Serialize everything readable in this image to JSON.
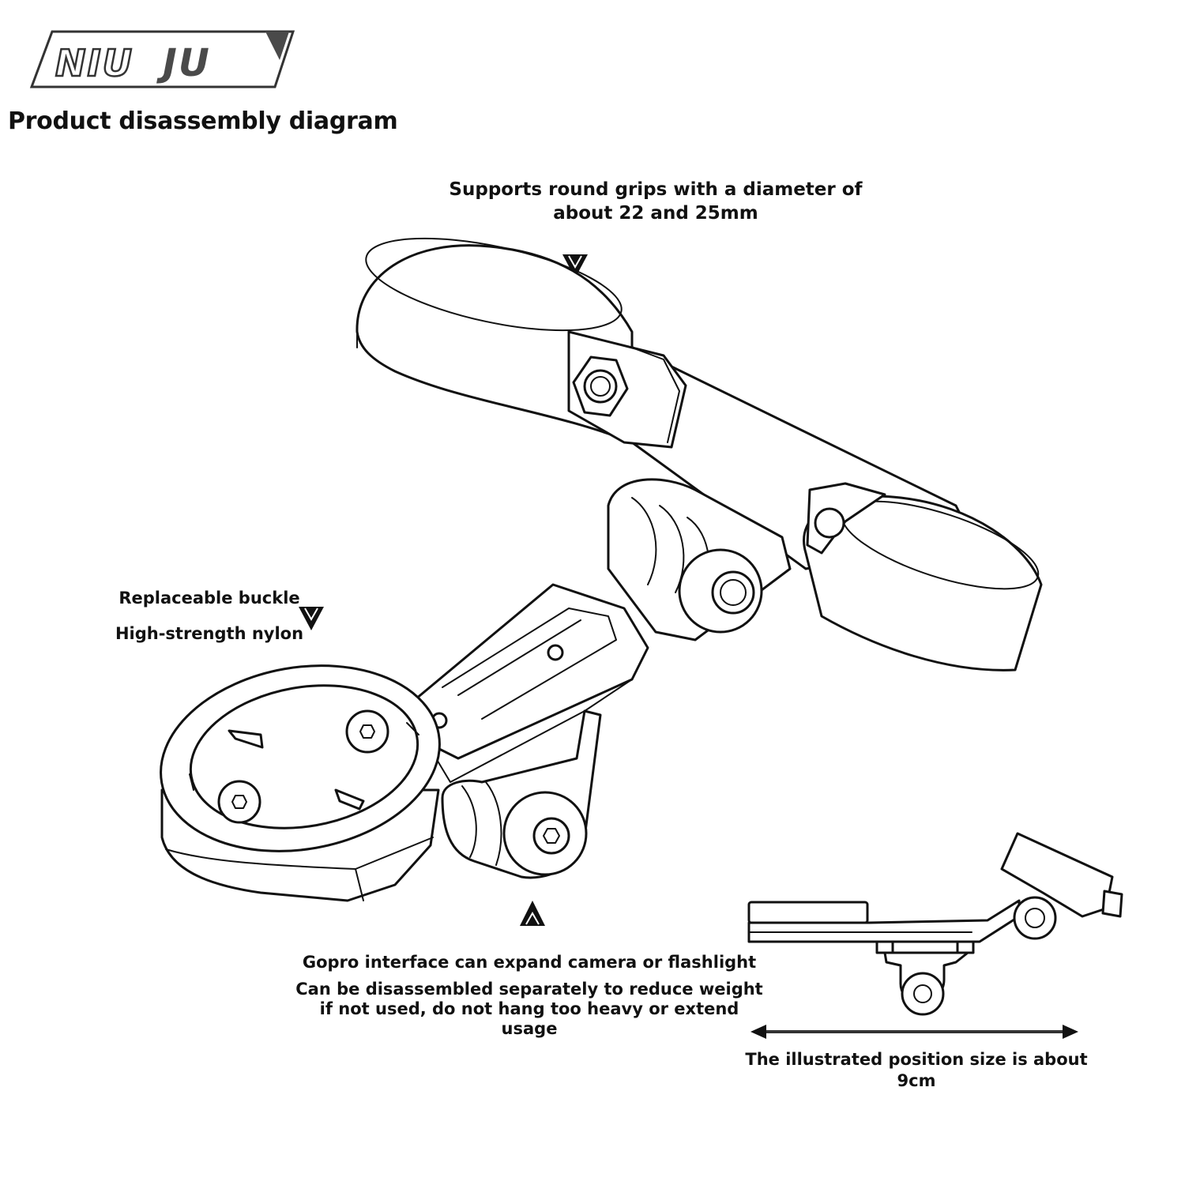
{
  "brand": {
    "logo_text": "NIU JU"
  },
  "title": "Product disassembly diagram",
  "annotations": {
    "grips": "Supports round grips with a diameter of about 22 and 25mm",
    "buckle": "Replaceable buckle",
    "nylon": "High-strength nylon",
    "gopro": "Gopro interface can expand camera or flashlight",
    "disassemble": "Can be disassembled separately to reduce weight if not used, do not hang too heavy or extend usage",
    "size": "The illustrated position size is about 9cm"
  },
  "colors": {
    "line": "#111111",
    "background": "#ffffff",
    "logo_fill": "#4a4a4a"
  }
}
